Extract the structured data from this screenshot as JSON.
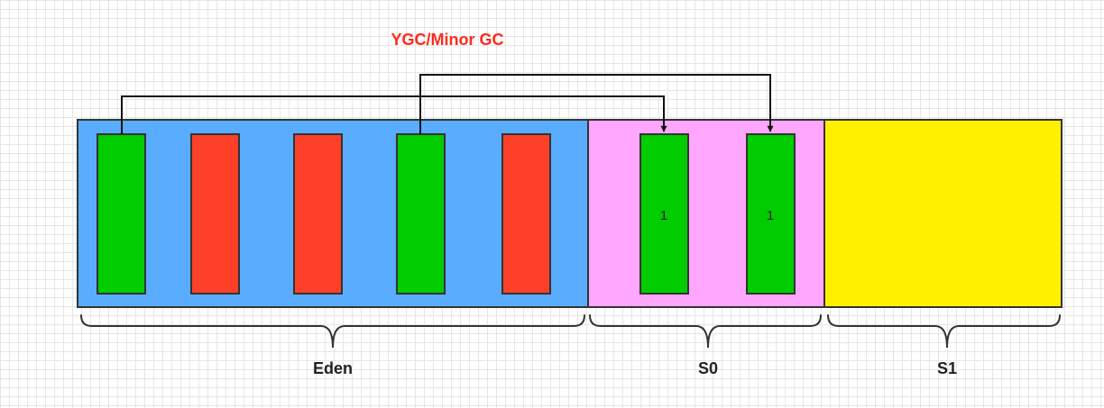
{
  "title": {
    "text": "YGC/Minor GC",
    "color": "#ff2a1a"
  },
  "colors": {
    "eden": "#5aacff",
    "s0": "#ffa6ff",
    "s1": "#fff000",
    "live_object": "#00cc00",
    "dead_object": "#ff4028",
    "outline": "#333333",
    "arrow": "#111111"
  },
  "regions": [
    {
      "id": "eden",
      "label": "Eden"
    },
    {
      "id": "s0",
      "label": "S0"
    },
    {
      "id": "s1",
      "label": "S1"
    }
  ],
  "eden_objects": [
    {
      "state": "live"
    },
    {
      "state": "dead"
    },
    {
      "state": "dead"
    },
    {
      "state": "live"
    },
    {
      "state": "dead"
    }
  ],
  "s0_objects": [
    {
      "state": "live",
      "age": "1"
    },
    {
      "state": "live",
      "age": "1"
    }
  ],
  "arrows": [
    {
      "from": "eden_object_1",
      "to": "s0_object_1"
    },
    {
      "from": "eden_object_4",
      "to": "s0_object_2"
    }
  ]
}
